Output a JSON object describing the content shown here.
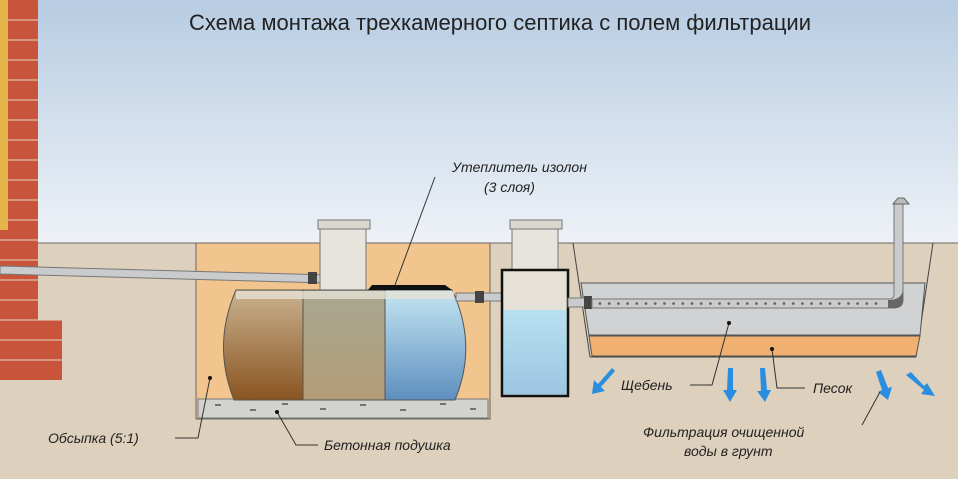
{
  "title": "Схема монтажа трехкамерного септика с полем фильтрации",
  "labels": {
    "insulation_line1": "Утеплитель изолон",
    "insulation_line2": "(3 слоя)",
    "gravel": "Щебень",
    "sand": "Песок",
    "backfill": "Обсыпка (5:1)",
    "concrete_pad": "Бетонная подушка",
    "filtration_line1": "Фильтрация очищенной",
    "filtration_line2": "воды в грунт"
  },
  "colors": {
    "sky_top": "#b9cde3",
    "sky_bottom": "#eef2f7",
    "ground": "#ddd0bc",
    "backfill": "#f2c48e",
    "brick": "#c8553b",
    "arrow": "#2a8ee0"
  }
}
